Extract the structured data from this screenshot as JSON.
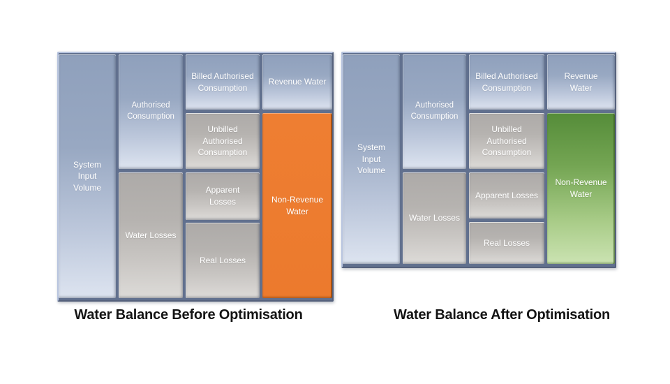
{
  "before": {
    "title": "Water Balance Before Optimisation",
    "blocks": {
      "system_input": "System Input Volume",
      "authorised_consumption": "Authorised Consumption",
      "water_losses": "Water Losses",
      "billed_authorised": "Billed Authorised Consumption",
      "unbilled_authorised": "Unbilled Authorised Consumption",
      "apparent_losses": "Apparent Losses",
      "real_losses": "Real Losses",
      "revenue_water": "Revenue Water",
      "non_revenue_water": "Non-Revenue Water"
    }
  },
  "after": {
    "title": "Water Balance After Optimisation",
    "blocks": {
      "system_input": "System Input Volume",
      "authorised_consumption": "Authorised Consumption",
      "water_losses": "Water Losses",
      "billed_authorised": "Billed Authorised Consumption",
      "unbilled_authorised": "Unbilled Authorised Consumption",
      "apparent_losses": "Apparent Losses",
      "real_losses": "Real Losses",
      "revenue_water": "Revenue Water",
      "non_revenue_water": "Non-Revenue Water"
    }
  },
  "colors": {
    "block_blue_top": "#8fa0bc",
    "block_blue_bottom": "#dde4f0",
    "block_gray_top": "#adaaa8",
    "block_gray_bottom": "#dddbd8",
    "non_revenue_before_orange": "#ED7D31",
    "non_revenue_after_green_top": "#558C39",
    "non_revenue_after_green_bottom": "#CBE3B2",
    "frame_gap": "#61708E",
    "block_text": "#FFFFFF",
    "title_text": "#141414",
    "page_background": "#FFFFFF"
  }
}
